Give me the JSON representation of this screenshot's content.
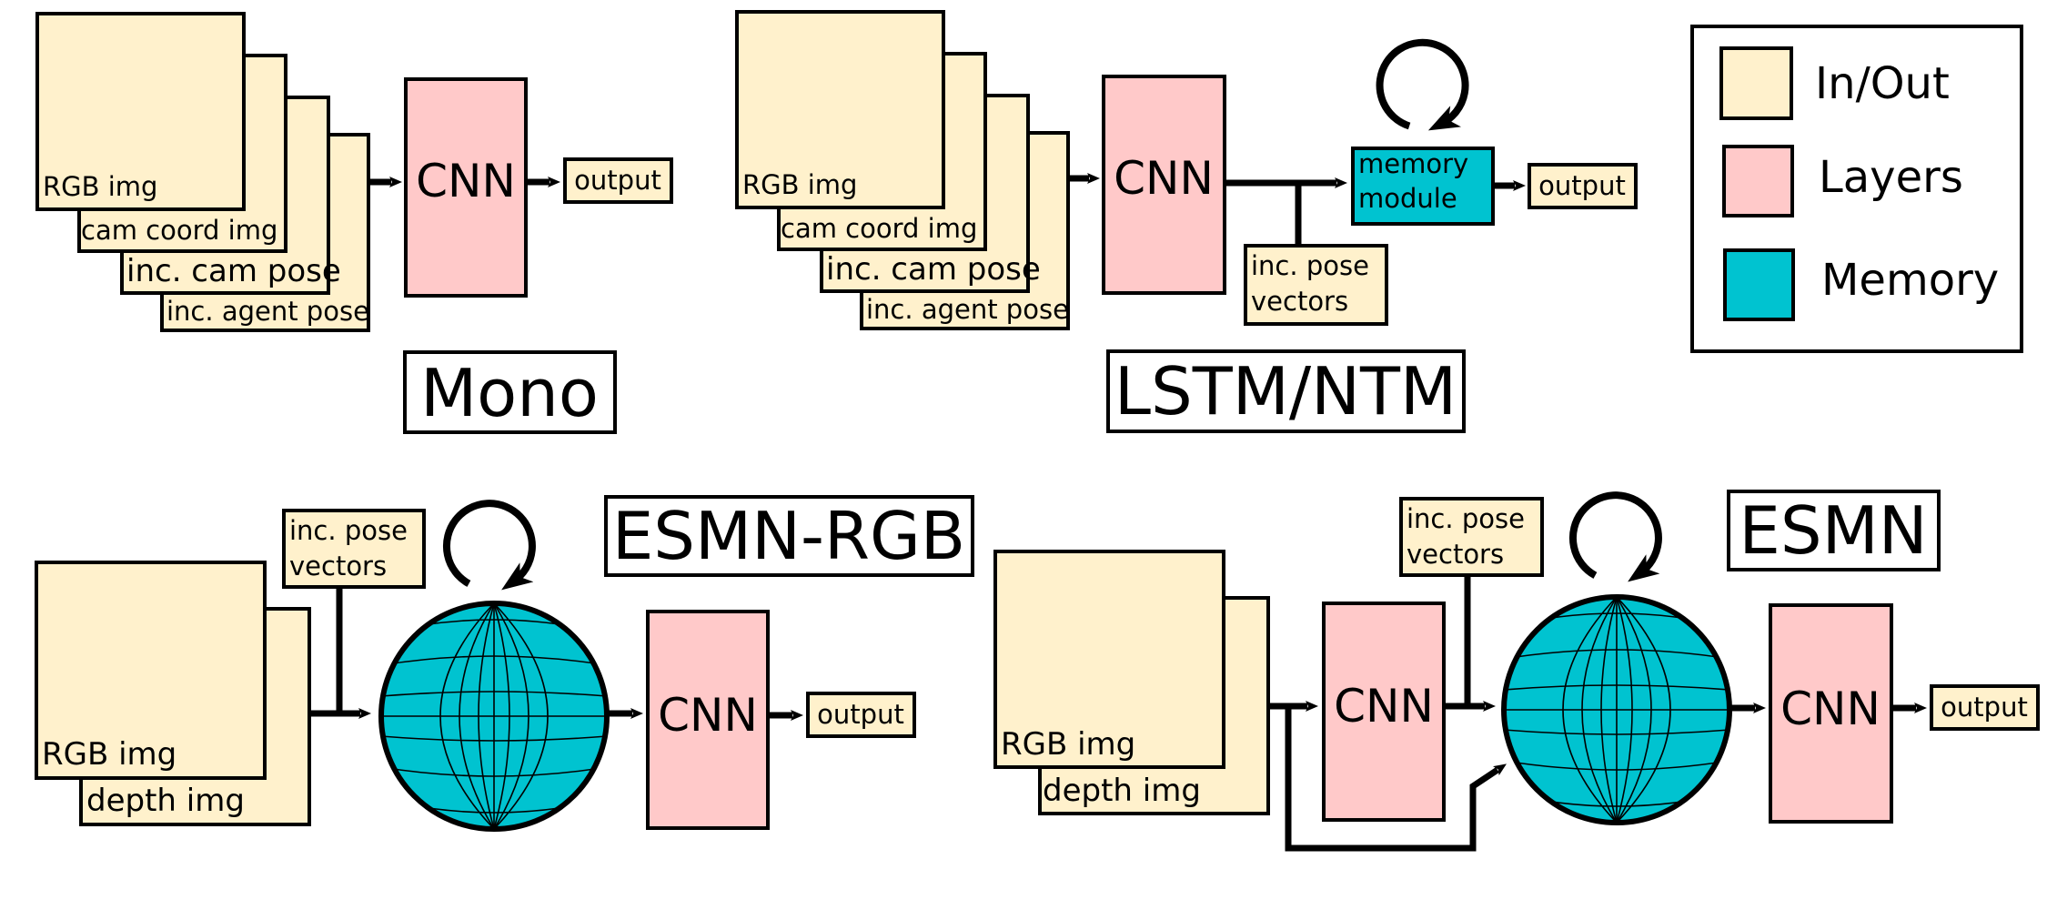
{
  "legend": {
    "in_out": "In/Out",
    "layers": "Layers",
    "memory": "Memory"
  },
  "colors": {
    "in_out": "#fff1cc",
    "layers": "#ffc9c9",
    "memory": "#00c3d0"
  },
  "mono": {
    "title": "Mono",
    "inputs": [
      "RGB img",
      "cam coord img",
      "inc. cam pose",
      "inc. agent pose"
    ],
    "cnn": "CNN",
    "output": "output"
  },
  "lstm": {
    "title": "LSTM/NTM",
    "inputs": [
      "RGB img",
      "cam coord img",
      "inc. cam pose",
      "inc. agent pose"
    ],
    "cnn": "CNN",
    "memory": [
      "memory",
      "module"
    ],
    "pose": [
      "inc. pose",
      "vectors"
    ],
    "output": "output"
  },
  "esmn_rgb": {
    "title": "ESMN-RGB",
    "inputs": [
      "RGB img",
      "depth img"
    ],
    "pose": [
      "inc. pose",
      "vectors"
    ],
    "cnn": "CNN",
    "output": "output"
  },
  "esmn": {
    "title": "ESMN",
    "inputs": [
      "RGB img",
      "depth img"
    ],
    "pose": [
      "inc. pose",
      "vectors"
    ],
    "cnn_pre": "CNN",
    "cnn_post": "CNN",
    "output": "output"
  }
}
